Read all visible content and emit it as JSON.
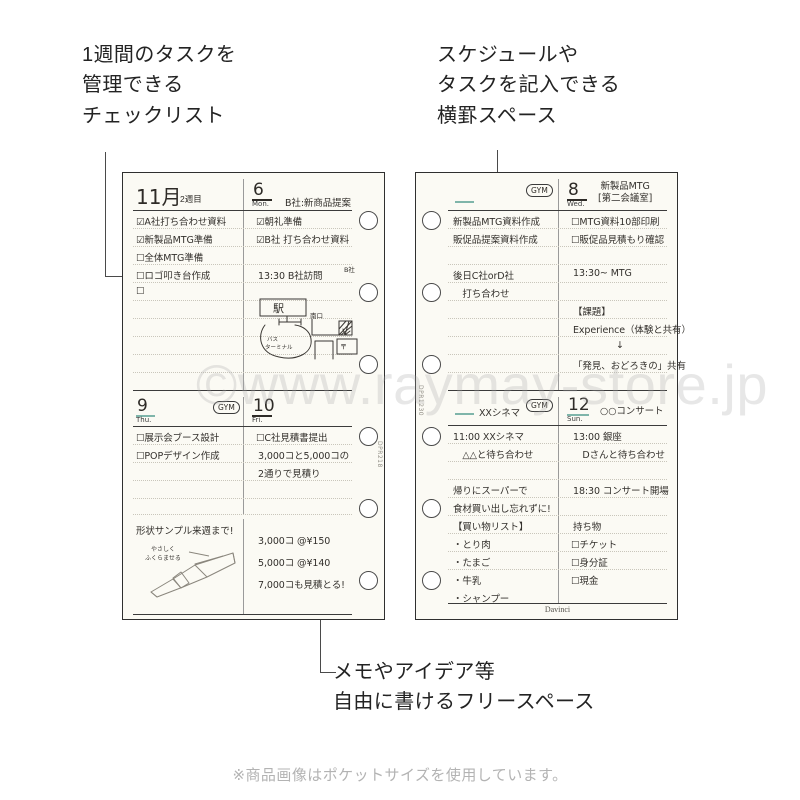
{
  "callouts": {
    "left": "1週間のタスクを\n管理できる\nチェックリスト",
    "right": "スケジュールや\nタスクを記入できる\n横罫スペース",
    "bottom": "メモやアイデア等\n自由に書けるフリースペース"
  },
  "footnote": "※商品画像はポケットサイズを使用しています。",
  "watermark": "©www.raymay-store.jp",
  "colors": {
    "page_bg": "#fbfaf4",
    "ink": "#33302c",
    "teal_accent": "#7fb5aa",
    "rule_dotted": "#c9c6bb",
    "rule_solid": "#3b3b3b"
  },
  "left_page": {
    "spine_code": "DPR218",
    "blocks": [
      {
        "id": "block-nov-mon6",
        "header": {
          "left": {
            "month_number": "11月",
            "week_label": "2週目"
          },
          "right": {
            "day_number": "6",
            "dow": "Mon.",
            "note": "B社:新商品提案"
          }
        },
        "left_col": [
          {
            "check": "checked",
            "text": "A社打ち合わせ資料"
          },
          {
            "check": "checked",
            "text": "新製品MTG準備"
          },
          {
            "check": "empty",
            "text": "全体MTG準備"
          },
          {
            "check": "empty",
            "text": "ロゴ叩き台作成"
          },
          {
            "check": "empty",
            "text": ""
          }
        ],
        "right_col": [
          {
            "check": "checked",
            "text": "朝礼準備"
          },
          {
            "check": "checked",
            "text": "B社 打ち合わせ資料"
          },
          {
            "check": "none",
            "text": ""
          },
          {
            "check": "none",
            "text": "13:30 B社訪問"
          }
        ],
        "right_col_superscript": "B社",
        "sketch": {
          "name": "station-map-sketch",
          "labels": [
            "駅",
            "南口",
            "バス\nターミナル",
            "〒"
          ]
        }
      },
      {
        "id": "block-thu9-fri10",
        "header": {
          "left": {
            "day_number": "9",
            "dow": "Thu.",
            "badge": "GYM"
          },
          "right": {
            "day_number": "10",
            "dow": "Fri."
          }
        },
        "left_col": [
          {
            "check": "empty",
            "text": "展示会ブース設計"
          },
          {
            "check": "empty",
            "text": "POPデザイン作成"
          }
        ],
        "right_col": [
          {
            "check": "empty",
            "text": "C社見積書提出"
          },
          {
            "check": "none",
            "text": "3,000コと5,000コの"
          },
          {
            "check": "none",
            "text": "2通りで見積り"
          }
        ]
      },
      {
        "id": "block-freespace",
        "left_col": [
          {
            "check": "none",
            "text": "形状サンプル来週まで!"
          }
        ],
        "sketch": {
          "name": "product-shape-sketch",
          "labels": [
            "やさしく",
            "ふくらませる"
          ]
        },
        "right_col": [
          {
            "check": "none",
            "text": "3,000コ @¥150"
          },
          {
            "check": "none",
            "text": "5,000コ @¥140"
          },
          {
            "check": "none",
            "text": "7,000コも見積とる!"
          }
        ]
      }
    ]
  },
  "right_page": {
    "spine_code": "DPR1230",
    "brand": "Davinci",
    "blocks": [
      {
        "id": "block-day7-wed8",
        "header": {
          "left": {
            "day_number": "",
            "dow": "",
            "badge": "GYM",
            "teal_mark": true
          },
          "right": {
            "day_number": "8",
            "dow": "Wed.",
            "note": "新製品MTG\n[第二会議室]"
          }
        },
        "left_col": [
          {
            "check": "none",
            "text": "新製品MTG資料作成"
          },
          {
            "check": "none",
            "text": "販促品提案資料作成"
          },
          {
            "check": "none",
            "text": ""
          },
          {
            "check": "none",
            "text": "後日C社orD社"
          },
          {
            "check": "none",
            "text": "　打ち合わせ"
          }
        ],
        "right_col": [
          {
            "check": "empty",
            "text": "MTG資料10部印刷"
          },
          {
            "check": "empty",
            "text": "販促品見積もり確認"
          },
          {
            "check": "none",
            "text": ""
          },
          {
            "check": "none",
            "text": "13:30~ MTG"
          },
          {
            "check": "none",
            "text": ""
          },
          {
            "check": "none",
            "text": "【課題】"
          },
          {
            "check": "none",
            "text": "Experience（体験と共有）"
          },
          {
            "check": "none",
            "text": "↓"
          },
          {
            "check": "none",
            "text": "「発見、おどろきの」共有"
          }
        ]
      },
      {
        "id": "block-day11-sun12",
        "header": {
          "left": {
            "day_number": "",
            "dow": "",
            "badge": "GYM",
            "teal_mark": true,
            "note": "XXシネマ"
          },
          "right": {
            "day_number": "12",
            "dow": "Sun.",
            "note": "○○コンサート"
          }
        },
        "left_col": [
          {
            "check": "none",
            "text": "11:00 XXシネマ"
          },
          {
            "check": "none",
            "text": "　△△と待ち合わせ"
          },
          {
            "check": "none",
            "text": ""
          },
          {
            "check": "none",
            "text": "帰りにスーパーで"
          },
          {
            "check": "none",
            "text": "食材買い出し忘れずに!"
          },
          {
            "check": "none",
            "text": "【買い物リスト】"
          },
          {
            "check": "none",
            "text": "・とり肉"
          },
          {
            "check": "none",
            "text": "・たまご"
          },
          {
            "check": "none",
            "text": "・牛乳"
          },
          {
            "check": "none",
            "text": "・シャンプー"
          }
        ],
        "right_col": [
          {
            "check": "none",
            "text": "13:00 銀座"
          },
          {
            "check": "none",
            "text": "　Dさんと待ち合わせ"
          },
          {
            "check": "none",
            "text": ""
          },
          {
            "check": "none",
            "text": "18:30 コンサート開場"
          },
          {
            "check": "none",
            "text": ""
          },
          {
            "check": "none",
            "text": "持ち物"
          },
          {
            "check": "empty",
            "text": "チケット"
          },
          {
            "check": "empty",
            "text": "身分証"
          },
          {
            "check": "empty",
            "text": "現金"
          }
        ]
      }
    ]
  }
}
